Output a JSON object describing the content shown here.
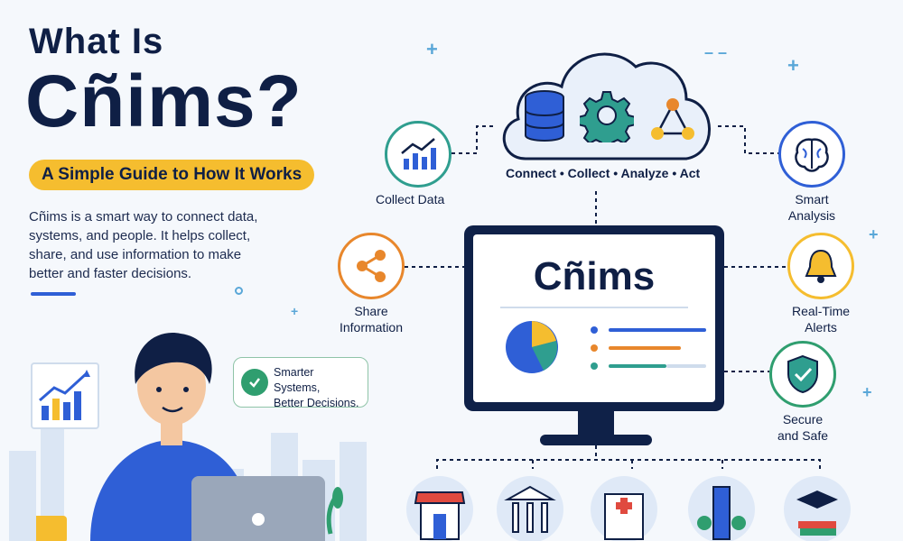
{
  "header": {
    "title_line1": "What Is",
    "title_line2": "Cñims?",
    "subtitle": "A Simple Guide to How It Works",
    "description": "Cñims is a smart way to connect data, systems, and people. It helps collect, share, and use information to make better and faster decisions."
  },
  "cloud": {
    "caption": "Connect • Collect • Analyze • Act",
    "icons": [
      "database-icon",
      "gear-icon",
      "network-icon"
    ]
  },
  "monitor": {
    "screen_title": "Cñims"
  },
  "nodes": {
    "collect_data": "Collect Data",
    "share_info_l1": "Share",
    "share_info_l2": "Information",
    "smart_l1": "Smart",
    "smart_l2": "Analysis",
    "alerts_l1": "Real-Time",
    "alerts_l2": "Alerts",
    "secure_l1": "Secure",
    "secure_l2": "and Safe"
  },
  "bubble": {
    "line1": "Smarter Systems,",
    "line2": "Better Decisions."
  },
  "bottom_icons": [
    "store-icon",
    "bank-icon",
    "hospital-icon",
    "city-icon",
    "education-icon"
  ],
  "colors": {
    "navy": "#0f1f45",
    "yellow": "#f5bd2f",
    "blue": "#2f5fd6",
    "teal": "#2f9e8f",
    "orange": "#e8872c",
    "green": "#2f9e6f"
  }
}
